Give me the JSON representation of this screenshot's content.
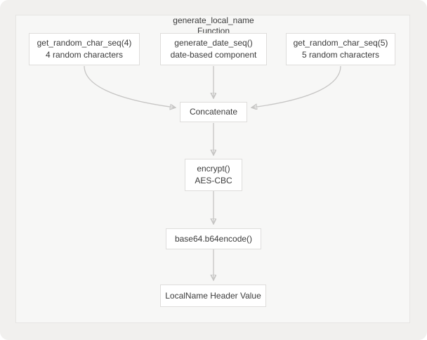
{
  "title": {
    "line1": "generate_local_name",
    "line2": "Function"
  },
  "nodes": {
    "rand4": {
      "line1": "get_random_char_seq(4)",
      "line2": "4 random characters"
    },
    "datecomp": {
      "line1": "generate_date_seq()",
      "line2": "date-based component"
    },
    "rand5": {
      "line1": "get_random_char_seq(5)",
      "line2": "5 random characters"
    },
    "concat": {
      "line1": "Concatenate"
    },
    "encrypt": {
      "line1": "encrypt()",
      "line2": "AES-CBC"
    },
    "b64": {
      "line1": "base64.b64encode()"
    },
    "output": {
      "line1": "LocalName Header Value"
    }
  },
  "edges": [
    {
      "from": "get_random_char_seq(4)",
      "to": "Concatenate"
    },
    {
      "from": "generate_date_seq()",
      "to": "Concatenate"
    },
    {
      "from": "get_random_char_seq(5)",
      "to": "Concatenate"
    },
    {
      "from": "Concatenate",
      "to": "encrypt()"
    },
    {
      "from": "encrypt()",
      "to": "base64.b64encode()"
    },
    {
      "from": "base64.b64encode()",
      "to": "LocalName Header Value"
    }
  ],
  "colors": {
    "outer_background": "#f1f0ee",
    "panel_background": "#f7f7f6",
    "panel_border": "#e6e5e3",
    "node_background": "#ffffff",
    "node_border": "#dedddb",
    "text": "#3b3b3b",
    "arrow_line": "#c6c5c4",
    "arrow_head": "#8e8e8e"
  }
}
